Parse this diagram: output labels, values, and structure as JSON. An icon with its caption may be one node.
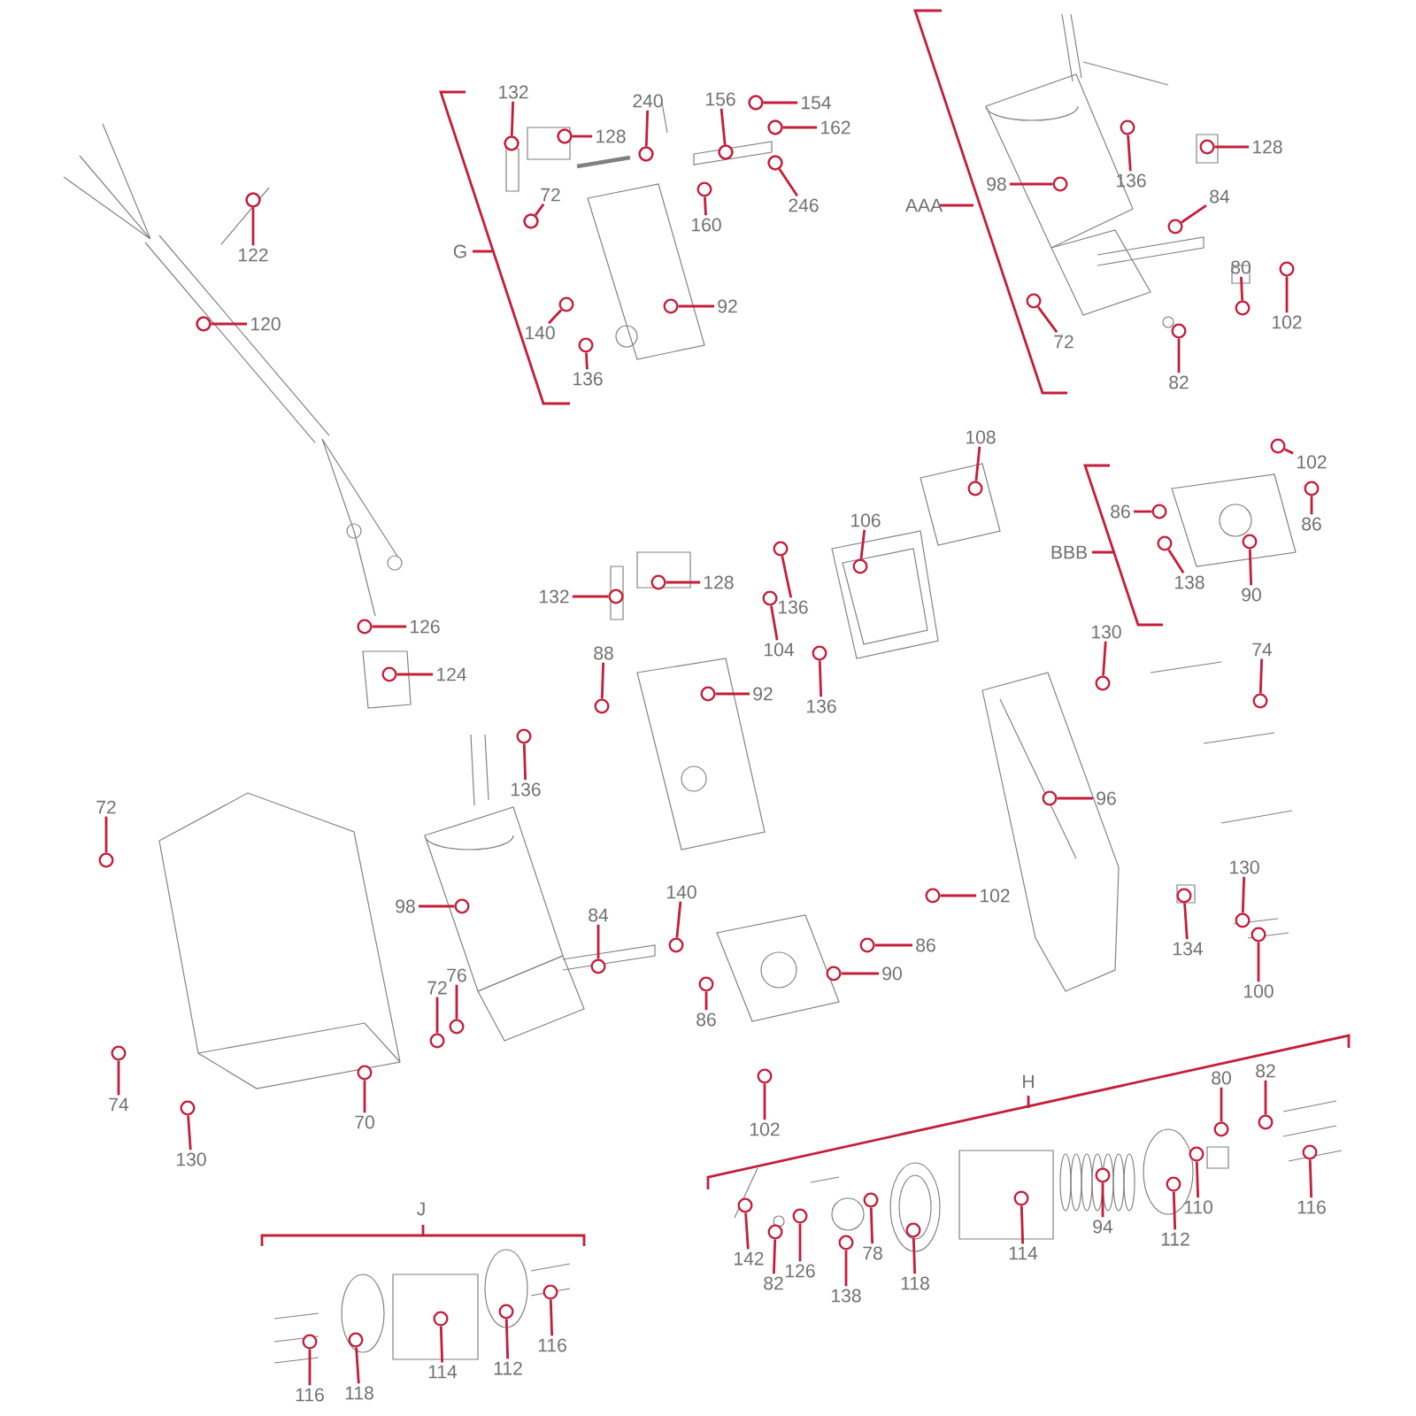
{
  "diagram": {
    "nodes": [
      {
        "text": [
          "122"
        ]
      },
      {
        "text": [
          "120"
        ]
      },
      {
        "text": [
          "132"
        ]
      },
      {
        "text": [
          "128"
        ]
      },
      {
        "text": [
          "240"
        ]
      },
      {
        "text": [
          "156"
        ]
      },
      {
        "text": [
          "154"
        ]
      },
      {
        "text": [
          "162"
        ]
      },
      {
        "text": [
          "246"
        ]
      },
      {
        "text": [
          "72"
        ]
      },
      {
        "text": [
          "160"
        ]
      },
      {
        "text": [
          "92"
        ]
      },
      {
        "text": [
          "140"
        ]
      },
      {
        "text": [
          "136"
        ]
      },
      {
        "text": [
          "136"
        ]
      },
      {
        "text": [
          "128"
        ]
      },
      {
        "text": [
          "98"
        ]
      },
      {
        "text": [
          "84"
        ]
      },
      {
        "text": [
          "80"
        ]
      },
      {
        "text": [
          "102"
        ]
      },
      {
        "text": [
          "72"
        ]
      },
      {
        "text": [
          "82"
        ]
      },
      {
        "text": [
          "108"
        ]
      },
      {
        "text": [
          "106"
        ]
      },
      {
        "text": [
          "86"
        ]
      },
      {
        "text": [
          "102"
        ]
      },
      {
        "text": [
          "86"
        ]
      },
      {
        "text": [
          "138"
        ]
      },
      {
        "text": [
          "90"
        ]
      },
      {
        "text": [
          "132"
        ]
      },
      {
        "text": [
          "128"
        ]
      },
      {
        "text": [
          "126"
        ]
      },
      {
        "text": [
          "124"
        ]
      },
      {
        "text": [
          "136"
        ]
      },
      {
        "text": [
          "104"
        ]
      },
      {
        "text": [
          "136"
        ]
      },
      {
        "text": [
          "88"
        ]
      },
      {
        "text": [
          "92"
        ]
      },
      {
        "text": [
          "136"
        ]
      },
      {
        "text": [
          "130"
        ]
      },
      {
        "text": [
          "74"
        ]
      },
      {
        "text": [
          "96"
        ]
      },
      {
        "text": [
          "102"
        ]
      },
      {
        "text": [
          "86"
        ]
      },
      {
        "text": [
          "90"
        ]
      },
      {
        "text": [
          "134"
        ]
      },
      {
        "text": [
          "130"
        ]
      },
      {
        "text": [
          "100"
        ]
      },
      {
        "text": [
          "72"
        ]
      },
      {
        "text": [
          "74"
        ]
      },
      {
        "text": [
          "70"
        ]
      },
      {
        "text": [
          "130"
        ]
      },
      {
        "text": [
          "98"
        ]
      },
      {
        "text": [
          "84"
        ]
      },
      {
        "text": [
          "140"
        ]
      },
      {
        "text": [
          "72"
        ]
      },
      {
        "text": [
          "76"
        ]
      },
      {
        "text": [
          "86"
        ]
      },
      {
        "text": [
          "102"
        ]
      },
      {
        "text": [
          "142"
        ]
      },
      {
        "text": [
          "82"
        ]
      },
      {
        "text": [
          "126"
        ]
      },
      {
        "text": [
          "138"
        ]
      },
      {
        "text": [
          "78"
        ]
      },
      {
        "text": [
          "118"
        ]
      },
      {
        "text": [
          "114"
        ]
      },
      {
        "text": [
          "94"
        ]
      },
      {
        "text": [
          "112"
        ]
      },
      {
        "text": [
          "110"
        ]
      },
      {
        "text": [
          "80"
        ]
      },
      {
        "text": [
          "82"
        ]
      },
      {
        "text": [
          "116"
        ]
      },
      {
        "text": [
          "116"
        ]
      },
      {
        "text": [
          "118"
        ]
      },
      {
        "text": [
          "114"
        ]
      },
      {
        "text": [
          "112"
        ]
      },
      {
        "text": [
          "116"
        ]
      },
      {
        "text": [],
        "shape": "circle"
      },
      {
        "text": [],
        "shape": "circle"
      },
      {
        "text": [],
        "shape": "circle"
      },
      {
        "text": [],
        "shape": "circle"
      },
      {
        "text": [],
        "shape": "circle"
      },
      {
        "text": [],
        "shape": "circle"
      },
      {
        "text": [],
        "shape": "circle"
      },
      {
        "text": [],
        "shape": "circle"
      },
      {
        "text": [],
        "shape": "circle"
      },
      {
        "text": [],
        "shape": "circle"
      },
      {
        "text": [],
        "shape": "circle"
      },
      {
        "text": [],
        "shape": "circle"
      },
      {
        "text": [],
        "shape": "circle"
      },
      {
        "text": [],
        "shape": "circle"
      },
      {
        "text": [],
        "shape": "circle"
      },
      {
        "text": [],
        "shape": "circle"
      },
      {
        "text": [],
        "shape": "circle"
      },
      {
        "text": [],
        "shape": "circle"
      },
      {
        "text": [],
        "shape": "circle"
      },
      {
        "text": [],
        "shape": "circle"
      },
      {
        "text": [],
        "shape": "circle"
      },
      {
        "text": [],
        "shape": "circle"
      },
      {
        "text": [],
        "shape": "circle"
      },
      {
        "text": [],
        "shape": "circle"
      },
      {
        "text": [],
        "shape": "circle"
      },
      {
        "text": [],
        "shape": "circle"
      },
      {
        "text": [],
        "shape": "circle"
      },
      {
        "text": [],
        "shape": "circle"
      },
      {
        "text": [],
        "shape": "circle"
      },
      {
        "text": [],
        "shape": "circle"
      },
      {
        "text": [],
        "shape": "circle"
      },
      {
        "text": [],
        "shape": "circle"
      },
      {
        "text": [],
        "shape": "circle"
      },
      {
        "text": [],
        "shape": "circle"
      },
      {
        "text": [],
        "shape": "circle"
      },
      {
        "text": [],
        "shape": "circle"
      },
      {
        "text": [],
        "shape": "circle"
      },
      {
        "text": [],
        "shape": "circle"
      },
      {
        "text": [],
        "shape": "circle"
      },
      {
        "text": [],
        "shape": "circle"
      },
      {
        "text": [],
        "shape": "circle"
      },
      {
        "text": [],
        "shape": "circle"
      },
      {
        "text": [],
        "shape": "circle"
      },
      {
        "text": [],
        "shape": "circle"
      },
      {
        "text": [],
        "shape": "circle"
      },
      {
        "text": [],
        "shape": "circle"
      },
      {
        "text": [],
        "shape": "circle"
      },
      {
        "text": [],
        "shape": "circle"
      },
      {
        "text": [],
        "shape": "circle"
      },
      {
        "text": [],
        "shape": "circle"
      },
      {
        "text": [],
        "shape": "circle"
      },
      {
        "text": [],
        "shape": "circle"
      },
      {
        "text": [],
        "shape": "circle"
      },
      {
        "text": [],
        "shape": "circle"
      },
      {
        "text": [],
        "shape": "circle"
      },
      {
        "text": [],
        "shape": "circle"
      },
      {
        "text": [],
        "shape": "circle"
      },
      {
        "text": [],
        "shape": "circle"
      },
      {
        "text": [],
        "shape": "circle"
      },
      {
        "text": [],
        "shape": "circle"
      },
      {
        "text": [],
        "shape": "circle"
      },
      {
        "text": [],
        "shape": "circle"
      },
      {
        "text": [],
        "shape": "circle"
      },
      {
        "text": [],
        "shape": "circle"
      },
      {
        "text": [],
        "shape": "circle"
      },
      {
        "text": [],
        "shape": "circle"
      },
      {
        "text": [],
        "shape": "circle"
      },
      {
        "text": [],
        "shape": "circle"
      },
      {
        "text": [],
        "shape": "circle"
      },
      {
        "text": [],
        "shape": "circle"
      },
      {
        "text": [],
        "shape": "circle"
      },
      {
        "text": [],
        "shape": "circle"
      },
      {
        "text": [],
        "shape": "circle"
      },
      {
        "text": [],
        "shape": "circle"
      },
      {
        "text": [],
        "shape": "circle"
      },
      {
        "text": [],
        "shape": "circle"
      },
      {
        "text": [],
        "shape": "circle"
      },
      {
        "text": [],
        "shape": "circle"
      },
      {
        "text": [],
        "shape": "circle"
      },
      {
        "text": [],
        "shape": "circle"
      },
      {
        "text": [],
        "shape": "circle"
      },
      {
        "text": [],
        "shape": "circle"
      },
      {
        "text": [],
        "shape": "circle"
      },
      {
        "text": [],
        "shape": "circle"
      },
      {
        "text": [],
        "shape": "circle"
      },
      {
        "text": [],
        "shape": "circle"
      },
      {
        "text": [],
        "shape": "circle"
      }
    ],
    "edges": [
      {
        "from": 0,
        "to": 77,
        "arrow": "none"
      },
      {
        "from": 1,
        "to": 78,
        "arrow": "none"
      },
      {
        "from": 2,
        "to": 79,
        "arrow": "none"
      },
      {
        "from": 3,
        "to": 80,
        "arrow": "none"
      },
      {
        "from": 4,
        "to": 81,
        "arrow": "none"
      },
      {
        "from": 5,
        "to": 82,
        "arrow": "none"
      },
      {
        "from": 6,
        "to": 83,
        "arrow": "none"
      },
      {
        "from": 7,
        "to": 84,
        "arrow": "none"
      },
      {
        "from": 8,
        "to": 85,
        "arrow": "none"
      },
      {
        "from": 9,
        "to": 86,
        "arrow": "none"
      },
      {
        "from": 10,
        "to": 87,
        "arrow": "none"
      },
      {
        "from": 11,
        "to": 88,
        "arrow": "none"
      },
      {
        "from": 12,
        "to": 89,
        "arrow": "none"
      },
      {
        "from": 13,
        "to": 90,
        "arrow": "none"
      },
      {
        "from": 14,
        "to": 91,
        "arrow": "none"
      },
      {
        "from": 15,
        "to": 92,
        "arrow": "none"
      },
      {
        "from": 16,
        "to": 93,
        "arrow": "none"
      },
      {
        "from": 17,
        "to": 94,
        "arrow": "none"
      },
      {
        "from": 18,
        "to": 95,
        "arrow": "none"
      },
      {
        "from": 19,
        "to": 96,
        "arrow": "none"
      },
      {
        "from": 20,
        "to": 97,
        "arrow": "none"
      },
      {
        "from": 21,
        "to": 98,
        "arrow": "none"
      },
      {
        "from": 22,
        "to": 99,
        "arrow": "none"
      },
      {
        "from": 23,
        "to": 100,
        "arrow": "none"
      },
      {
        "from": 24,
        "to": 101,
        "arrow": "none"
      },
      {
        "from": 25,
        "to": 102,
        "arrow": "none"
      },
      {
        "from": 26,
        "to": 103,
        "arrow": "none"
      },
      {
        "from": 27,
        "to": 104,
        "arrow": "none"
      },
      {
        "from": 28,
        "to": 105,
        "arrow": "none"
      },
      {
        "from": 29,
        "to": 106,
        "arrow": "none"
      },
      {
        "from": 30,
        "to": 107,
        "arrow": "none"
      },
      {
        "from": 31,
        "to": 108,
        "arrow": "none"
      },
      {
        "from": 32,
        "to": 109,
        "arrow": "none"
      },
      {
        "from": 33,
        "to": 110,
        "arrow": "none"
      },
      {
        "from": 34,
        "to": 111,
        "arrow": "none"
      },
      {
        "from": 35,
        "to": 112,
        "arrow": "none"
      },
      {
        "from": 36,
        "to": 113,
        "arrow": "none"
      },
      {
        "from": 37,
        "to": 114,
        "arrow": "none"
      },
      {
        "from": 38,
        "to": 115,
        "arrow": "none"
      },
      {
        "from": 39,
        "to": 116,
        "arrow": "none"
      },
      {
        "from": 40,
        "to": 117,
        "arrow": "none"
      },
      {
        "from": 41,
        "to": 118,
        "arrow": "none"
      },
      {
        "from": 42,
        "to": 119,
        "arrow": "none"
      },
      {
        "from": 43,
        "to": 120,
        "arrow": "none"
      },
      {
        "from": 44,
        "to": 121,
        "arrow": "none"
      },
      {
        "from": 45,
        "to": 122,
        "arrow": "none"
      },
      {
        "from": 46,
        "to": 123,
        "arrow": "none"
      },
      {
        "from": 47,
        "to": 124,
        "arrow": "none"
      },
      {
        "from": 48,
        "to": 125,
        "arrow": "none"
      },
      {
        "from": 49,
        "to": 126,
        "arrow": "none"
      },
      {
        "from": 50,
        "to": 127,
        "arrow": "none"
      },
      {
        "from": 51,
        "to": 128,
        "arrow": "none"
      },
      {
        "from": 52,
        "to": 129,
        "arrow": "none"
      },
      {
        "from": 53,
        "to": 130,
        "arrow": "none"
      },
      {
        "from": 54,
        "to": 131,
        "arrow": "none"
      },
      {
        "from": 55,
        "to": 132,
        "arrow": "none"
      },
      {
        "from": 56,
        "to": 133,
        "arrow": "none"
      },
      {
        "from": 57,
        "to": 134,
        "arrow": "none"
      },
      {
        "from": 58,
        "to": 135,
        "arrow": "none"
      },
      {
        "from": 59,
        "to": 136,
        "arrow": "none"
      },
      {
        "from": 60,
        "to": 137,
        "arrow": "none"
      },
      {
        "from": 61,
        "to": 138,
        "arrow": "none"
      },
      {
        "from": 62,
        "to": 139,
        "arrow": "none"
      },
      {
        "from": 63,
        "to": 140,
        "arrow": "none"
      },
      {
        "from": 64,
        "to": 141,
        "arrow": "none"
      },
      {
        "from": 65,
        "to": 142,
        "arrow": "none"
      },
      {
        "from": 66,
        "to": 143,
        "arrow": "none"
      },
      {
        "from": 67,
        "to": 144,
        "arrow": "none"
      },
      {
        "from": 68,
        "to": 145,
        "arrow": "none"
      },
      {
        "from": 69,
        "to": 146,
        "arrow": "none"
      },
      {
        "from": 70,
        "to": 147,
        "arrow": "none"
      },
      {
        "from": 71,
        "to": 148,
        "arrow": "none"
      },
      {
        "from": 72,
        "to": 149,
        "arrow": "none"
      },
      {
        "from": 73,
        "to": 150,
        "arrow": "none"
      },
      {
        "from": 74,
        "to": 151,
        "arrow": "none"
      },
      {
        "from": 75,
        "to": 152,
        "arrow": "none"
      },
      {
        "from": 76,
        "to": 153,
        "arrow": "none"
      }
    ],
    "labels": [
      "G",
      "AAA",
      "BBB",
      "H",
      "J"
    ]
  }
}
